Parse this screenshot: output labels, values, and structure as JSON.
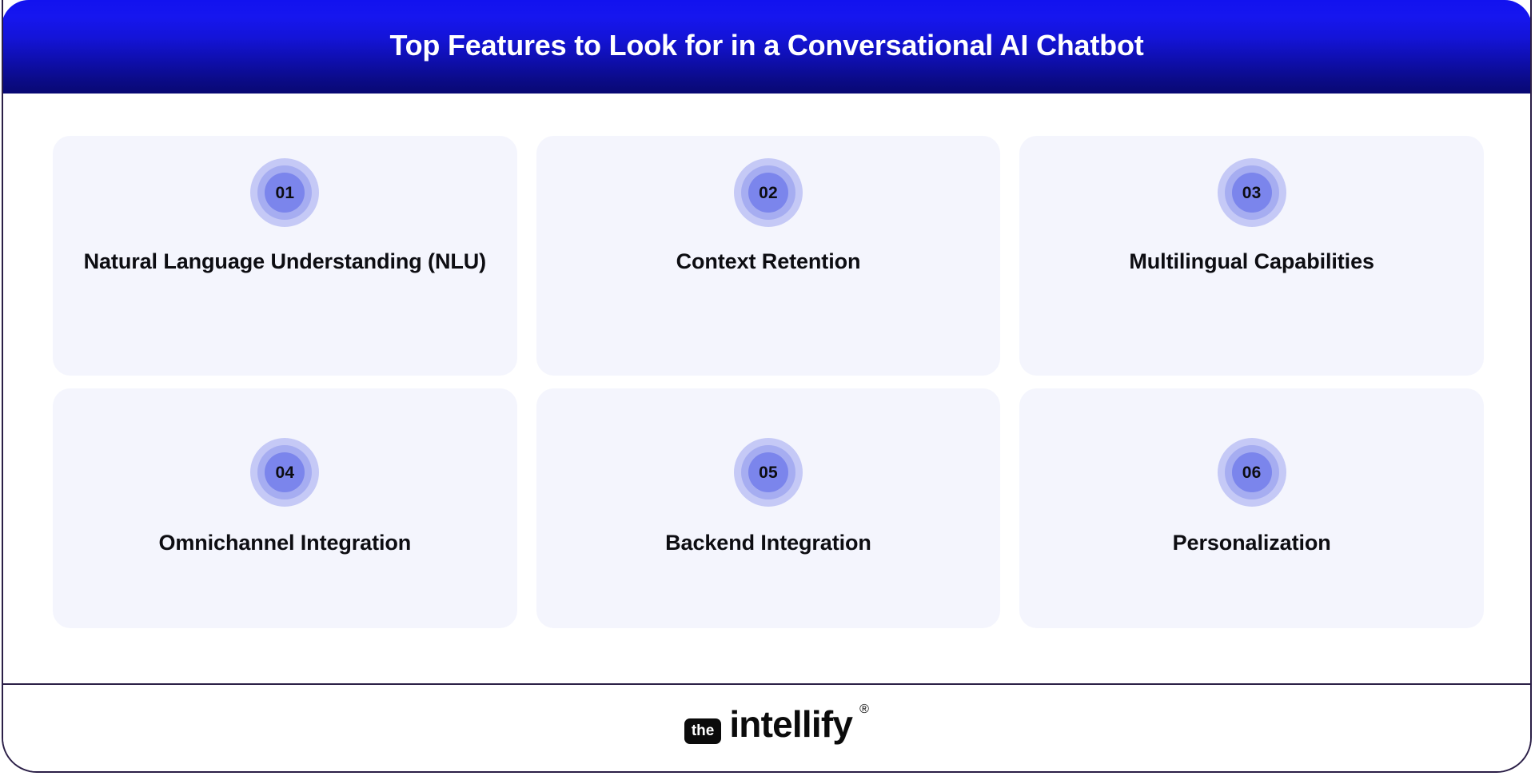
{
  "header": {
    "title": "Top Features to Look for in a Conversational AI Chatbot",
    "gradient_from": "#1212ef",
    "gradient_to": "#080872",
    "title_color": "#ffffff"
  },
  "theme": {
    "page_background": "#ffffff",
    "frame_border_color": "#2b1f47",
    "card_background": "#f4f5fd",
    "badge_ring_outer": "#c5c9f6",
    "badge_ring_mid": "#a6adf1",
    "badge_ring_inner": "#7b85ec",
    "text_color": "#0d0d12"
  },
  "features": [
    {
      "number": "01",
      "title": "Natural Language Understanding (NLU)"
    },
    {
      "number": "02",
      "title": "Context Retention"
    },
    {
      "number": "03",
      "title": "Multilingual Capabilities"
    },
    {
      "number": "04",
      "title": "Omnichannel Integration"
    },
    {
      "number": "05",
      "title": "Backend Integration"
    },
    {
      "number": "06",
      "title": "Personalization"
    }
  ],
  "footer": {
    "logo": {
      "prefix": "the",
      "word": "intellify",
      "registered_mark": "®"
    }
  }
}
